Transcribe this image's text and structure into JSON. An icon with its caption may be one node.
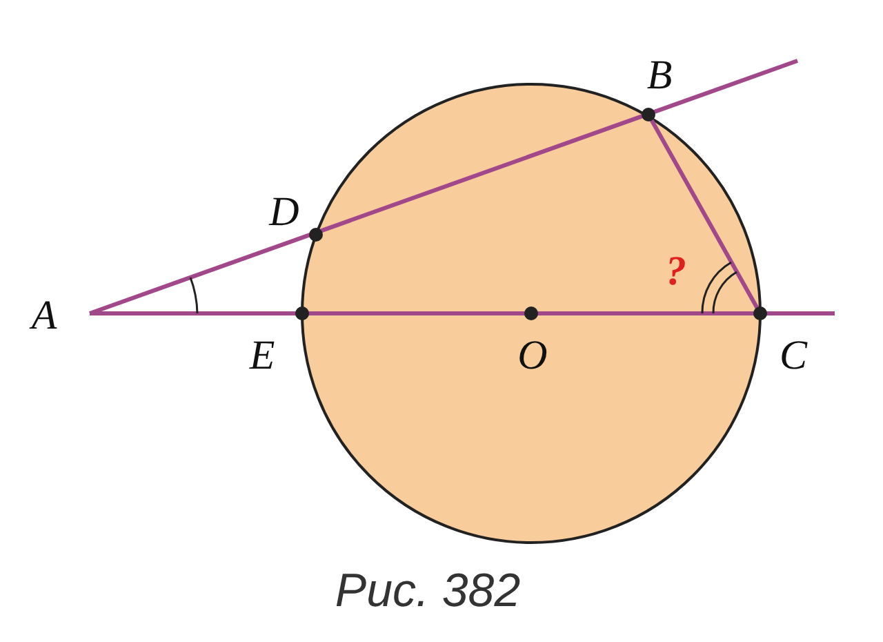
{
  "diagram": {
    "caption": "Рис. 382",
    "labels": [
      "B",
      "D",
      "?",
      "A",
      "E",
      "O",
      "C"
    ]
  }
}
